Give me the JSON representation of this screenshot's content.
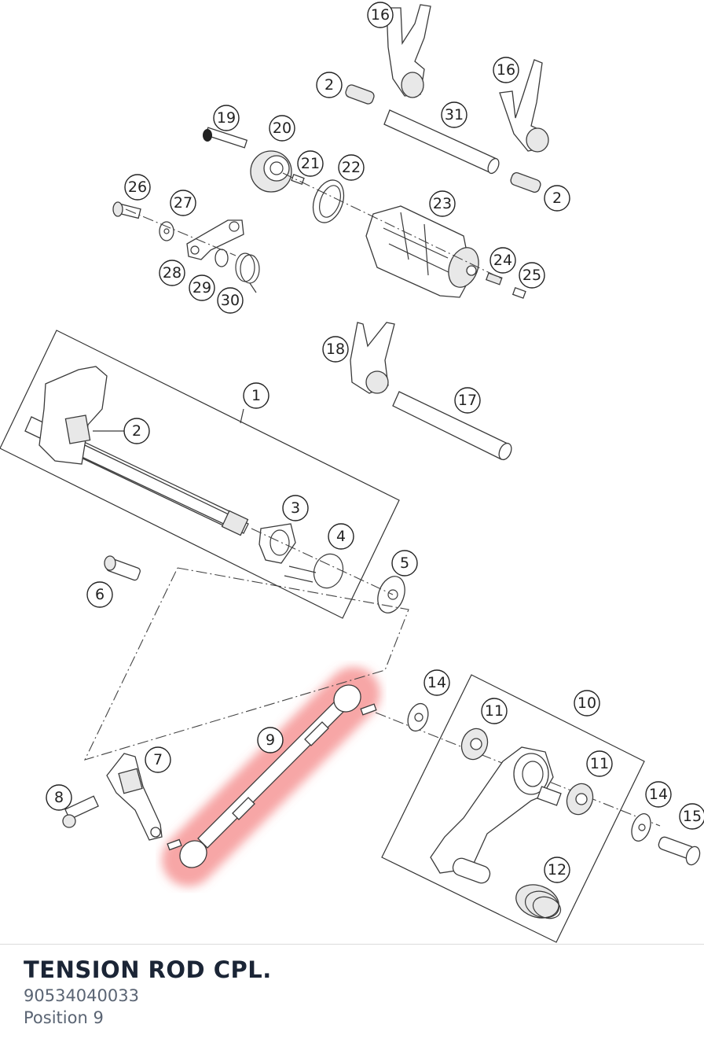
{
  "part": {
    "name": "TENSION ROD CPL.",
    "number": "90534040033",
    "position": "Position 9"
  },
  "highlight": {
    "position": "9",
    "color": "#f26b6b"
  },
  "callouts": {
    "c1": "1",
    "c2a": "2",
    "c2b": "2",
    "c2c": "2",
    "c3": "3",
    "c4": "4",
    "c5": "5",
    "c6": "6",
    "c7": "7",
    "c8": "8",
    "c9": "9",
    "c10": "10",
    "c11a": "11",
    "c11b": "11",
    "c12": "12",
    "c14a": "14",
    "c14b": "14",
    "c15": "15",
    "c16a": "16",
    "c16b": "16",
    "c17": "17",
    "c18": "18",
    "c19": "19",
    "c20": "20",
    "c21": "21",
    "c22": "22",
    "c23": "23",
    "c24": "24",
    "c25": "25",
    "c26": "26",
    "c27": "27",
    "c28": "28",
    "c29": "29",
    "c30": "30",
    "c31": "31"
  }
}
